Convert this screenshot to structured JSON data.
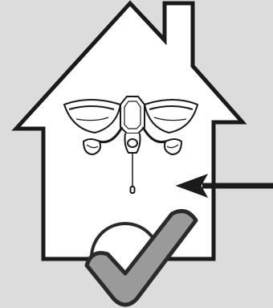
{
  "colors": {
    "background": "#dcdcdc",
    "house_fill": "#ffffff",
    "outline": "#1a1a1a",
    "checkmark_fill": "#9a9a9a",
    "checkmark_outline": "#2a2a2a"
  },
  "figure": {
    "house": {
      "icon": "house-outline"
    },
    "fixture": {
      "icon": "ceiling-fan-light-kit"
    },
    "arrow": {
      "icon": "arrow-left",
      "direction": "left"
    },
    "indicator": {
      "icon": "checkmark",
      "state": "approved"
    }
  }
}
